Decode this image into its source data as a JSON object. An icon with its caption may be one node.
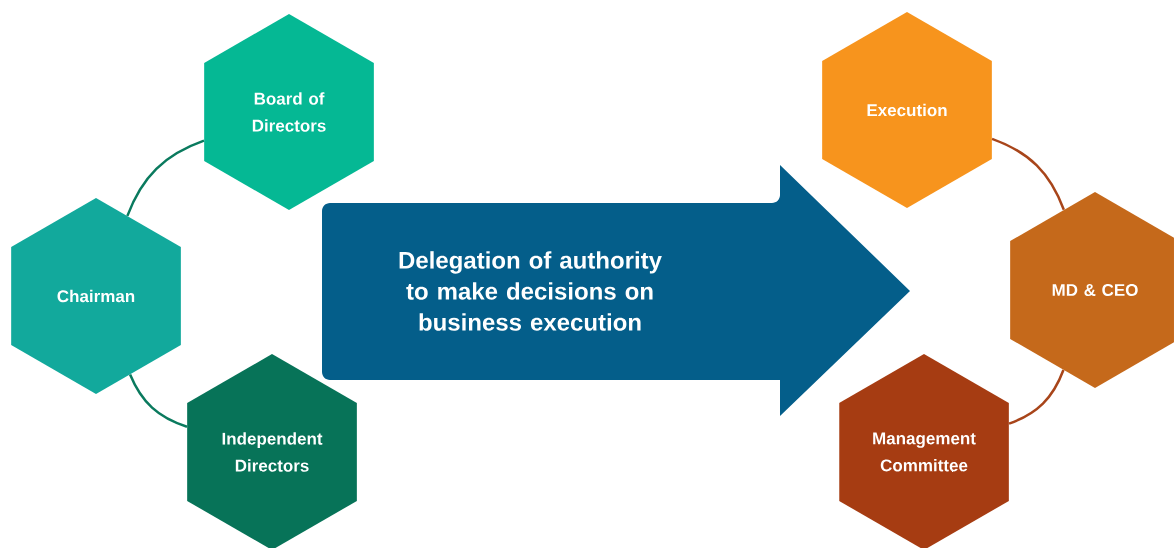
{
  "diagram": {
    "nodes": [
      {
        "text": [
          "Board of Directors"
        ]
      },
      {
        "text": [
          "Chairman"
        ]
      },
      {
        "text": [
          "Independent Directors"
        ]
      },
      {
        "text": [
          "Delegation of authority to make decisions on business execution"
        ]
      },
      {
        "text": [
          "Execution"
        ]
      },
      {
        "text": [
          "MD & CEO"
        ]
      },
      {
        "text": [
          "Management Committee"
        ]
      }
    ],
    "edges": [
      {
        "from": 0,
        "to": 1,
        "arrow": "none",
        "color": "#0a7a5e"
      },
      {
        "from": 1,
        "to": 2,
        "arrow": "none",
        "color": "#0a7a5e"
      },
      {
        "from": 4,
        "to": 5,
        "arrow": "none",
        "color": "#a8451a"
      },
      {
        "from": 5,
        "to": 6,
        "arrow": "none",
        "color": "#a8451a"
      }
    ]
  }
}
